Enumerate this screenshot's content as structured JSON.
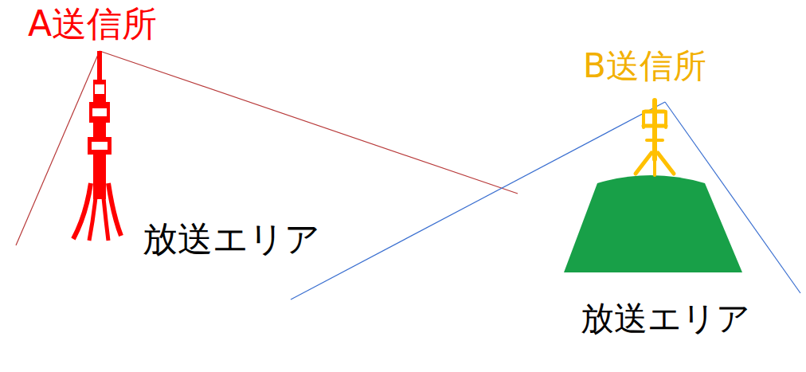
{
  "diagram": {
    "nodes": [
      {
        "text": [
          "放送エリア"
        ]
      },
      {
        "text": [
          "放送エリア"
        ]
      }
    ],
    "labels": [
      "A送信所",
      "B送信所"
    ]
  }
}
